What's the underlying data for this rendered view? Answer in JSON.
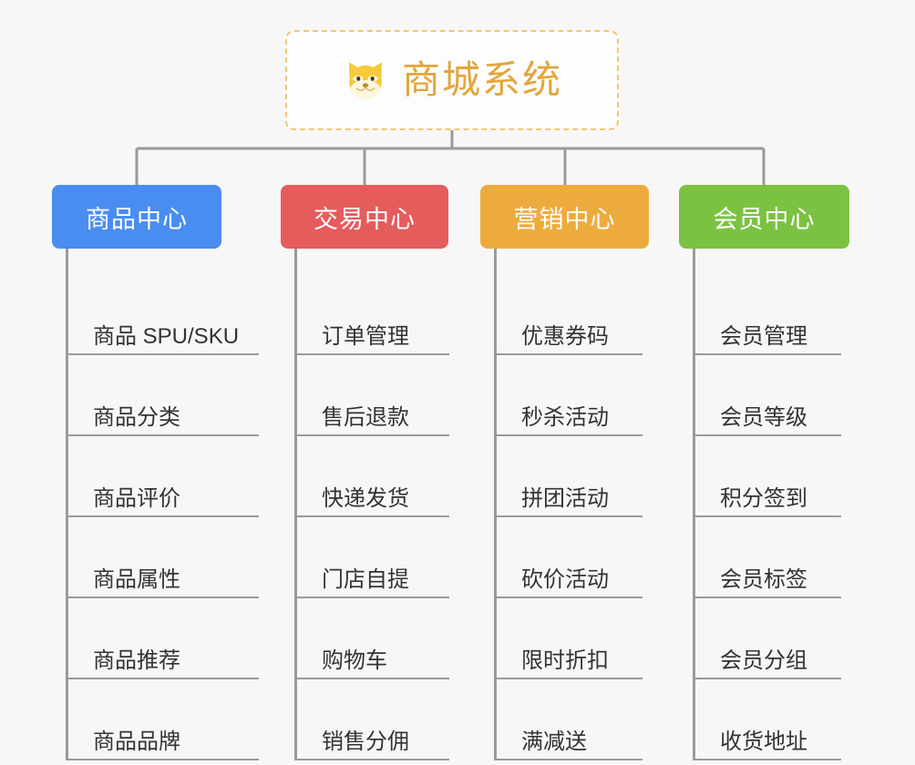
{
  "theme": {
    "background": "#f7f7f7",
    "connector_color": "#9a9a9a",
    "root_border": "#f2c475",
    "root_text": "#e2a63c",
    "leaf_text": "#333333"
  },
  "root": {
    "title": "商城系统",
    "icon": "shiba-dog-face-icon"
  },
  "branches": [
    {
      "label": "商品中心",
      "color": "#4a8df0",
      "items": [
        "商品 SPU/SKU",
        "商品分类",
        "商品评价",
        "商品属性",
        "商品推荐",
        "商品品牌"
      ]
    },
    {
      "label": "交易中心",
      "color": "#e55c5c",
      "items": [
        "订单管理",
        "售后退款",
        "快递发货",
        "门店自提",
        "购物车",
        "销售分佣"
      ]
    },
    {
      "label": "营销中心",
      "color": "#eeab3d",
      "items": [
        "优惠券码",
        "秒杀活动",
        "拼团活动",
        "砍价活动",
        "限时折扣",
        "满减送"
      ]
    },
    {
      "label": "会员中心",
      "color": "#7cc242",
      "items": [
        "会员管理",
        "会员等级",
        "积分签到",
        "会员标签",
        "会员分组",
        "收货地址"
      ]
    }
  ],
  "layout": {
    "branch_x": [
      57,
      308,
      527,
      745
    ],
    "branch_widths": [
      186,
      184,
      185,
      187
    ],
    "underline_widths": [
      212,
      170,
      163,
      163
    ]
  }
}
